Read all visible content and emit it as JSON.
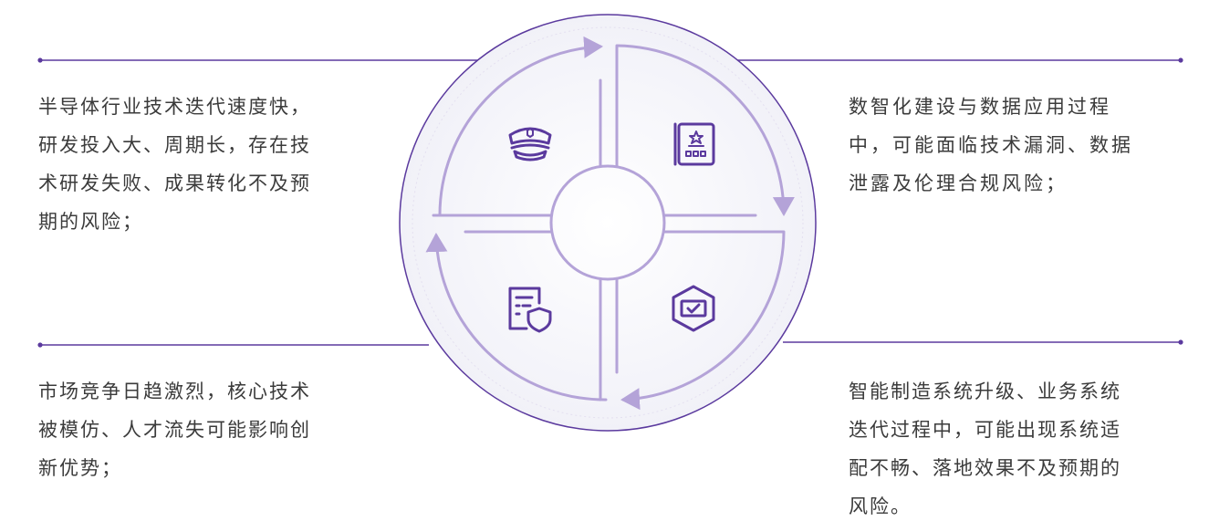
{
  "diagram": {
    "accent_color": "#5b3a9e",
    "ring_color": "#b4a3d8",
    "circle_fill": "#f6f6fb",
    "quadrant_icons": [
      "police-cap-icon",
      "id-badge-icon",
      "document-shield-icon",
      "hexagon-check-icon"
    ]
  },
  "risks": {
    "top_left": {
      "lines": [
        "半导体行业技术迭代速度快，",
        "研发投入大、周期长，存在技",
        "术研发失败、成果转化不及预",
        "期的风险；"
      ]
    },
    "bottom_left": {
      "lines": [
        "市场竞争日趋激烈，核心技术",
        "被模仿、人才流失可能影响创",
        "新优势；"
      ]
    },
    "top_right": {
      "lines": [
        "数智化建设与数据应用过程",
        "中，可能面临技术漏洞、数据",
        "泄露及伦理合规风险；"
      ]
    },
    "bottom_right": {
      "lines": [
        "智能制造系统升级、业务系统",
        "迭代过程中，可能出现系统适",
        "配不畅、落地效果不及预期的",
        "风险。"
      ]
    }
  }
}
